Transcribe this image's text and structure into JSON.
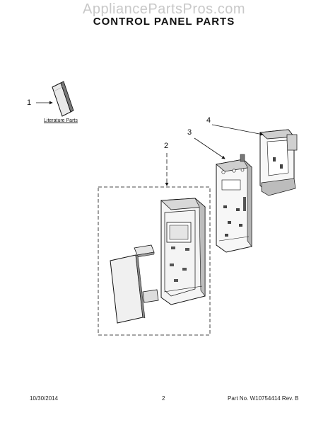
{
  "watermark": "AppliancePartsPros.com",
  "title": "CONTROL PANEL PARTS",
  "callouts": {
    "item1": "1",
    "item2": "2",
    "item3": "3",
    "item4": "4"
  },
  "literature_label": "Literature Parts",
  "footer": {
    "date": "10/30/2014",
    "page": "2",
    "part_number": "Part No. W10754414  Rev. B"
  }
}
